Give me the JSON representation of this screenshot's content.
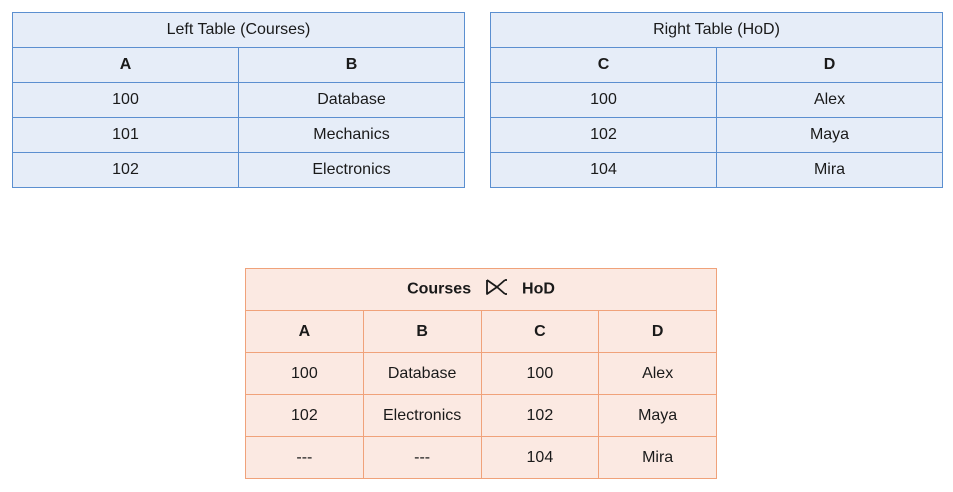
{
  "left_table": {
    "title": "Left Table (Courses)",
    "columns": [
      "A",
      "B"
    ],
    "rows": [
      [
        "100",
        "Database"
      ],
      [
        "101",
        "Mechanics"
      ],
      [
        "102",
        "Electronics"
      ]
    ]
  },
  "right_table": {
    "title": "Right Table (HoD)",
    "columns": [
      "C",
      "D"
    ],
    "rows": [
      [
        "100",
        "Alex"
      ],
      [
        "102",
        "Maya"
      ],
      [
        "104",
        "Mira"
      ]
    ]
  },
  "join_table": {
    "left_name": "Courses",
    "right_name": "HoD",
    "columns": [
      "A",
      "B",
      "C",
      "D"
    ],
    "rows": [
      [
        "100",
        "Database",
        "100",
        "Alex"
      ],
      [
        "102",
        "Electronics",
        "102",
        "Maya"
      ],
      [
        "---",
        "---",
        "104",
        "Mira"
      ]
    ]
  },
  "colors": {
    "blue_fill": "#e6edf8",
    "blue_border": "#5b8fd0",
    "peach_fill": "#fbe9e2",
    "peach_border": "#f0a27a"
  },
  "icons": {
    "join_symbol": "right-outer-join-icon"
  }
}
